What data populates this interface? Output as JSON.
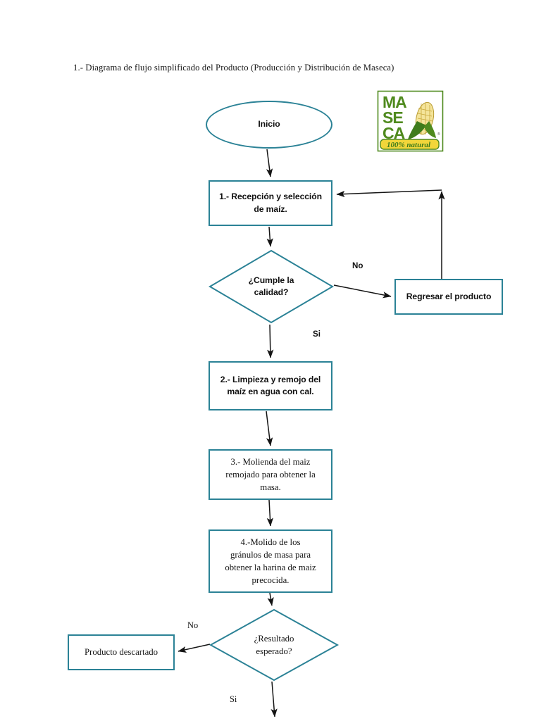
{
  "document": {
    "title": "1.- Diagrama de flujo simplificado del Producto (Producción y Distribución de Maseca)"
  },
  "theme": {
    "shape_border": "#2b8296",
    "arrow": "#1a1a1a",
    "background": "#ffffff",
    "logo_green": "#4f8a1e",
    "logo_yellow": "#f2d63a"
  },
  "logo": {
    "name": "maseca-logo",
    "line1": "MA",
    "line2": "SE",
    "line3": "CA",
    "tagline": "100% natural"
  },
  "flowchart": {
    "type": "flowchart",
    "nodes": [
      {
        "id": "inicio",
        "shape": "oval",
        "label": "Inicio"
      },
      {
        "id": "recepcion",
        "shape": "process",
        "label": "1.- Recepción y selección de maíz."
      },
      {
        "id": "cumple-calidad",
        "shape": "decision",
        "label": "¿Cumple la calidad?"
      },
      {
        "id": "regresar-producto",
        "shape": "process",
        "label": "Regresar el producto"
      },
      {
        "id": "limpieza-remojo",
        "shape": "process",
        "label": "2.- Limpieza y remojo del maíz en agua con cal."
      },
      {
        "id": "molienda",
        "shape": "process",
        "label": "3.- Molienda del maiz remojado para obtener la masa."
      },
      {
        "id": "molido-granulos",
        "shape": "process",
        "label": "4.-Molido de los gránulos de masa para obtener la harina de maiz precocida."
      },
      {
        "id": "resultado-esperado",
        "shape": "decision",
        "label": "¿Resultado esperado?"
      },
      {
        "id": "producto-descartado",
        "shape": "process",
        "label": "Producto descartado"
      }
    ],
    "edge_labels": {
      "calidad_no": "No",
      "calidad_si": "Si",
      "resultado_no": "No",
      "resultado_si": "Si"
    },
    "node_lines": {
      "inicio": [
        "Inicio"
      ],
      "recepcion": [
        "1.- Recepción y selección",
        "de maíz."
      ],
      "cumple_calidad": [
        "¿Cumple la",
        "calidad?"
      ],
      "regresar_producto": [
        "Regresar el producto"
      ],
      "limpieza_remojo": [
        "2.- Limpieza y remojo del",
        "maíz en agua con cal."
      ],
      "molienda": [
        "3.- Molienda del maiz",
        "remojado para obtener la",
        "masa."
      ],
      "molido_granulos": [
        "4.-Molido de los",
        "gránulos de masa para",
        "obtener la harina de maiz",
        "precocida."
      ],
      "resultado_esperado": [
        "¿Resultado",
        "esperado?"
      ],
      "producto_descartado": [
        "Producto descartado"
      ]
    }
  }
}
